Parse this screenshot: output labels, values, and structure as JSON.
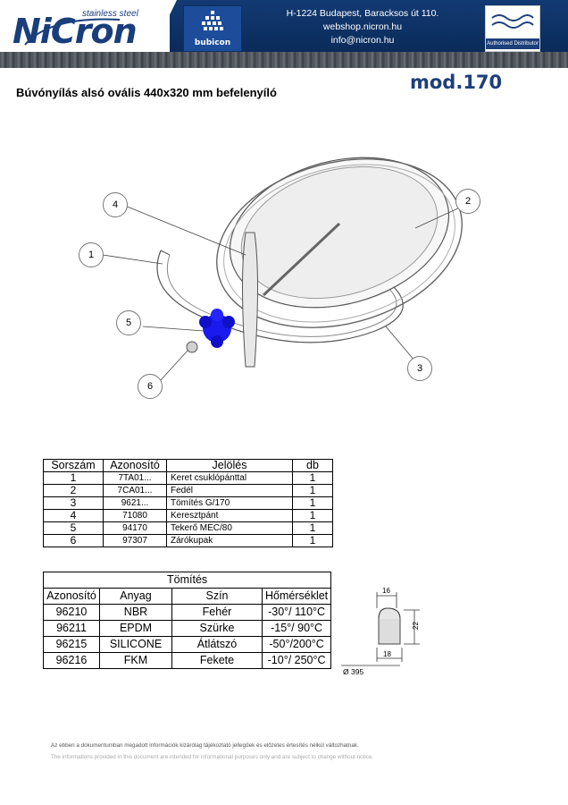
{
  "header": {
    "brand": "NiCron",
    "brand_sub": "stainless steel",
    "partner_logo": "bubicon",
    "address": [
      "H-1224 Budapest, Baracksos út 110.",
      "webshop.nicron.hu",
      "info@nicron.hu"
    ],
    "distributor_badge": "Authorised Distributor",
    "colors": {
      "primary": "#1d3f7a",
      "band": "#123a73"
    }
  },
  "document": {
    "title": "Búvónyílás alsó ovális 440x320 mm befelenyíló",
    "model": "mod.170"
  },
  "drawing": {
    "callouts": [
      "1",
      "2",
      "3",
      "4",
      "5",
      "6"
    ]
  },
  "parts_table": {
    "headers": [
      "Sorszám",
      "Azonosító",
      "Jelölés",
      "db"
    ],
    "rows": [
      [
        "1",
        "7TA01...",
        "Keret csuklópánttal",
        "1"
      ],
      [
        "2",
        "7CA01...",
        "Fedél",
        "1"
      ],
      [
        "3",
        "9621...",
        "Tömítés G/170",
        "1"
      ],
      [
        "4",
        "71080",
        "Keresztpánt",
        "1"
      ],
      [
        "5",
        "94170",
        "Tekerő MEC/80",
        "1"
      ],
      [
        "6",
        "97307",
        "Zárókupak",
        "1"
      ]
    ]
  },
  "seal_table": {
    "caption": "Tömítés",
    "headers": [
      "Azonosító",
      "Anyag",
      "Szín",
      "Hőmérséklet"
    ],
    "rows": [
      [
        "96210",
        "NBR",
        "Fehér",
        "-30°/ 110°C"
      ],
      [
        "96211",
        "EPDM",
        "Szürke",
        "-15°/ 90°C"
      ],
      [
        "96215",
        "SILICONE",
        "Átlátszó",
        "-50°/200°C"
      ],
      [
        "96216",
        "FKM",
        "Fekete",
        "-10°/ 250°C"
      ]
    ]
  },
  "profile": {
    "top_width": "16",
    "height": "22",
    "bottom_width": "18",
    "diameter": "Ø 395"
  },
  "footer": {
    "hu": "Az ebben a dokumentumban megadott információk kizárólag tájékoztató jellegűek és előzetes értesítés nélkül változhatnak.",
    "en": "The informations provided in this document are intended for informational purposes only and are subject to change without notice."
  }
}
